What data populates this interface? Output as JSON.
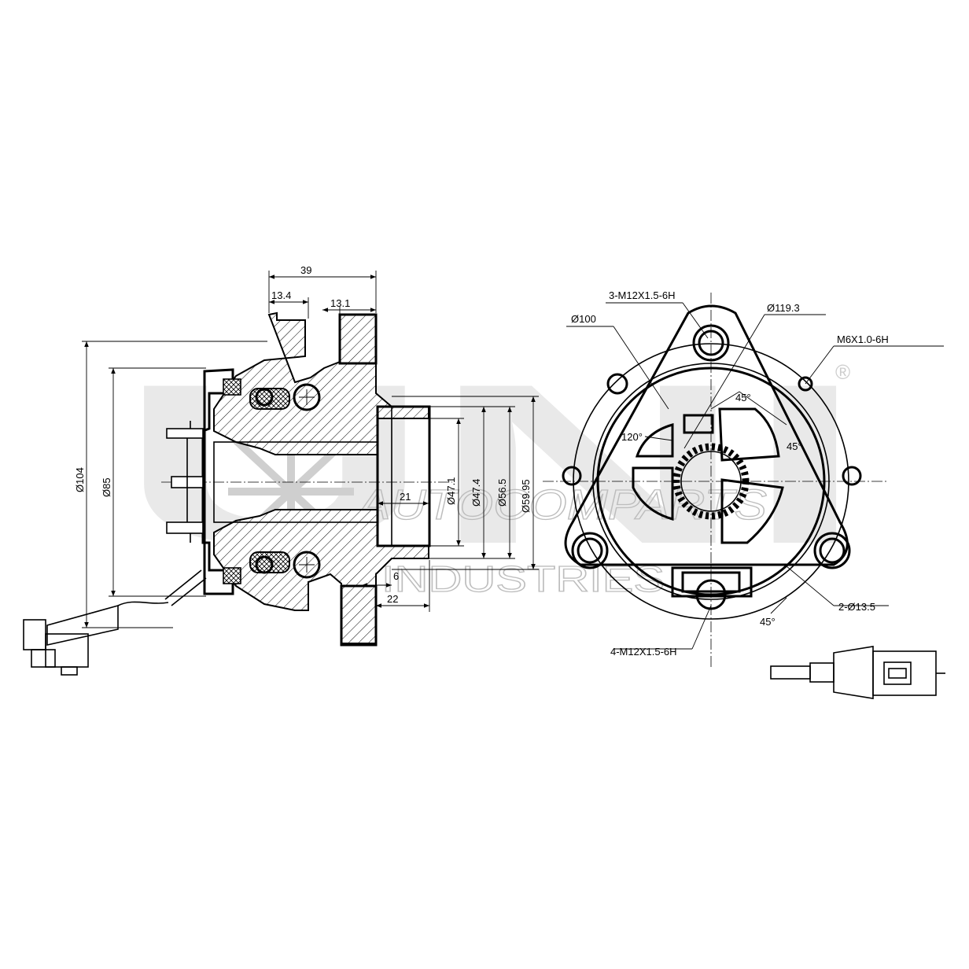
{
  "watermark": {
    "brand": "UNI",
    "line1": "AUTOCOMPARTS",
    "line2": "INDUSTRIES",
    "registered_mark": "®"
  },
  "side_view": {
    "dimensions": {
      "overall_width": "39",
      "flange_left": "13.4",
      "flange_right": "13.1",
      "dia_104": "Ø104",
      "dia_85": "Ø85",
      "pilot_length": "21",
      "dia_47_1": "Ø47.1",
      "dia_47_4": "Ø47.4",
      "dia_56_5": "Ø56.5",
      "dia_59_95": "Ø59.95",
      "step_6": "6",
      "spigot_22": "22"
    }
  },
  "front_view": {
    "labels": {
      "thread_3": "3-M12X1.5-6H",
      "dia_119_3": "Ø119.3",
      "dia_100": "Ø100",
      "thread_m6": "M6X1.0-6H",
      "angle_45_top": "45°",
      "angle_120": "120°",
      "angle_45_right": "45°",
      "angle_45_bottom": "45°",
      "holes_2": "2-Ø13.5",
      "thread_4": "4-M12X1.5-6H"
    }
  }
}
